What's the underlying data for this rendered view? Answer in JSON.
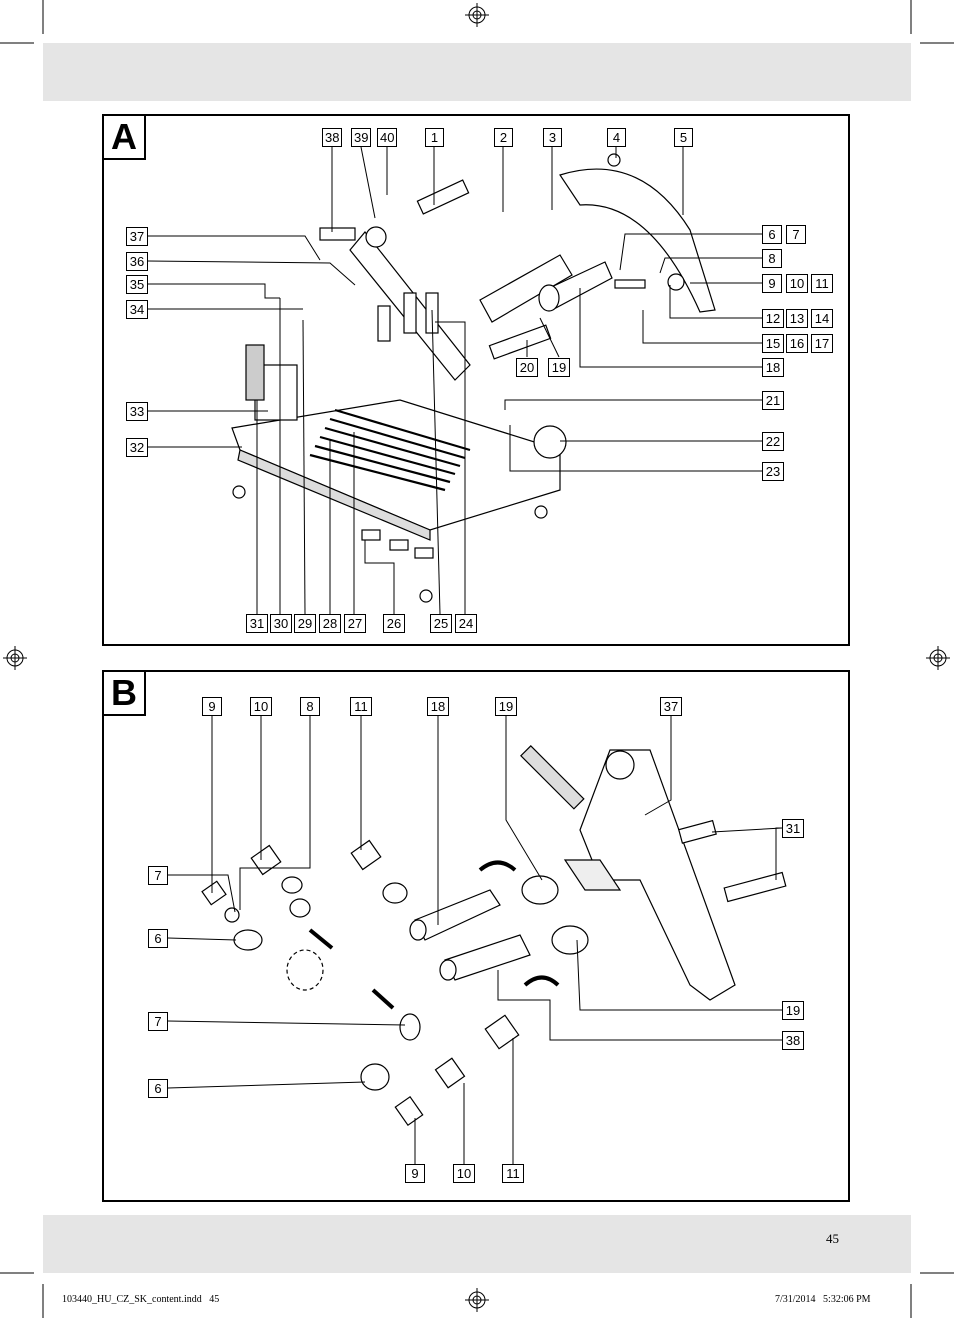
{
  "figure_a": {
    "tab": "A",
    "labels": {
      "l38": "38",
      "l39": "39",
      "l40": "40",
      "l1": "1",
      "l2": "2",
      "l3": "3",
      "l4": "4",
      "l5": "5",
      "l37": "37",
      "l36": "36",
      "l35": "35",
      "l34": "34",
      "l33": "33",
      "l32": "32",
      "l6": "6",
      "l7": "7",
      "l8": "8",
      "l9": "9",
      "l10": "10",
      "l11": "11",
      "l12": "12",
      "l13": "13",
      "l14": "14",
      "l15": "15",
      "l16": "16",
      "l17": "17",
      "l18": "18",
      "l20": "20",
      "l19": "19",
      "l21": "21",
      "l22": "22",
      "l23": "23",
      "l31": "31",
      "l30": "30",
      "l29": "29",
      "l28": "28",
      "l27": "27",
      "l26": "26",
      "l25": "25",
      "l24": "24"
    }
  },
  "figure_b": {
    "tab": "B",
    "labels": {
      "t9": "9",
      "t10": "10",
      "t8": "8",
      "t11": "11",
      "t18": "18",
      "t19": "19",
      "t37": "37",
      "r31": "31",
      "l7a": "7",
      "l6a": "6",
      "l7b": "7",
      "l6b": "6",
      "r19": "19",
      "r38": "38",
      "b9": "9",
      "b10": "10",
      "b11": "11"
    }
  },
  "page_number": "45",
  "footer": {
    "file": "103440_HU_CZ_SK_content.indd   45",
    "timestamp": "7/31/2014   5:32:06 PM"
  }
}
